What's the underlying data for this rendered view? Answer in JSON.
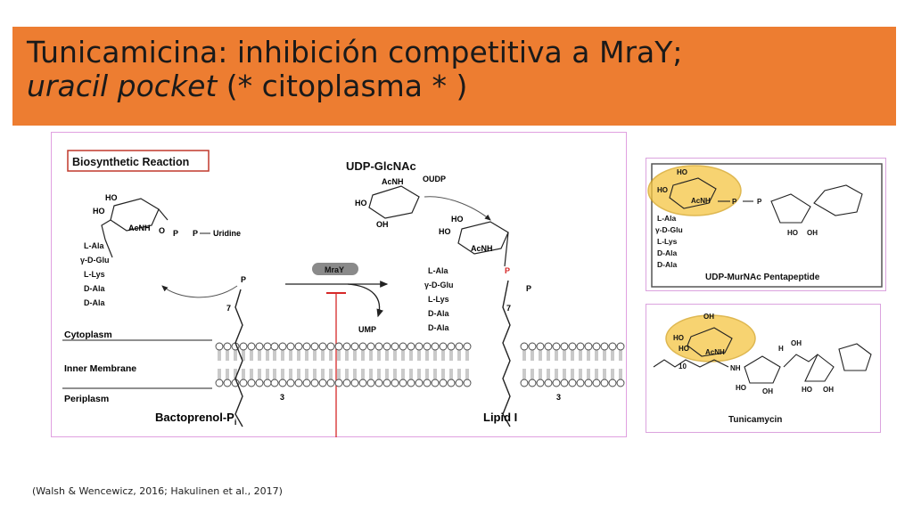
{
  "title": {
    "line1": "Tunicamicina: inhibición competitiva a MraY;",
    "line2_italic": "uracil pocket",
    "line2_rest": " (* citoplasma * )"
  },
  "main": {
    "biosynthetic_reaction": "Biosynthetic Reaction",
    "udp_glcnac": "UDP-GlcNAc",
    "oudp": "OUDP",
    "enzyme": "MraY",
    "ump": "UMP",
    "uridine": "Uridine",
    "cytoplasm": "Cytoplasm",
    "inner_membrane": "Inner Membrane",
    "periplasm": "Periplasm",
    "bactoprenol": "Bactoprenol-P",
    "bactoprenol_sub": "i",
    "lipid_i": "Lipid I",
    "peptide": [
      "L-Ala",
      "γ-D-Glu",
      "L-Lys",
      "D-Ala",
      "D-Ala"
    ],
    "groups": {
      "ho": "HO",
      "acnh": "AcNH",
      "oh": "OH",
      "o": "O",
      "p": "P"
    },
    "repeat_7": "7",
    "repeat_3": "3"
  },
  "udp_murnac": {
    "label": "UDP-MurNAc Pentapeptide",
    "peptide": [
      "L-Ala",
      "γ-D-Glu",
      "L-Lys",
      "D-Ala",
      "D-Ala"
    ]
  },
  "tunicamycin": {
    "label": "Tunicamycin",
    "repeat_10": "10",
    "nh": "NH",
    "h": "H"
  },
  "caption": "(Walsh & Wencewicz, 2016; Hakulinen et al., 2017)",
  "colors": {
    "title_bg": "#ed7d31",
    "highlight": "#f5c542",
    "inhibit": "#d62828",
    "frame": "#dba3de"
  }
}
